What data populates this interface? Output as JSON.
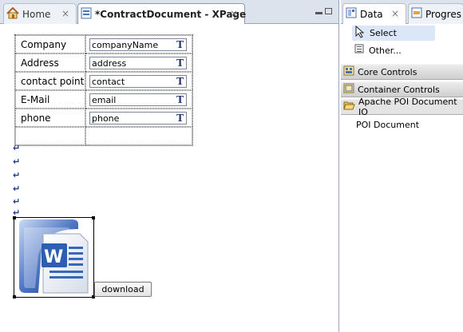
{
  "editor": {
    "tabs": [
      {
        "label": "Home",
        "close": "×"
      },
      {
        "label": "*ContractDocument - XPage",
        "close": "×"
      }
    ],
    "form_rows": [
      {
        "label": "Company",
        "field": "companyName"
      },
      {
        "label": "Address",
        "field": "address"
      },
      {
        "label": "contact point",
        "field": "contact"
      },
      {
        "label": "E-Mail",
        "field": "email"
      },
      {
        "label": "phone",
        "field": "phone"
      }
    ],
    "field_marker": "T",
    "paragraph_mark": "↵",
    "download_label": "download"
  },
  "palette": {
    "tabs": [
      {
        "label": "Data",
        "close": "×"
      },
      {
        "label": "Progres"
      }
    ],
    "select_label": "Select",
    "other_label": "Other...",
    "drawers": [
      "Core Controls",
      "Container Controls",
      "Apache POI Document IO"
    ],
    "poi_item": "POI Document"
  },
  "icons": [
    "home-icon",
    "xpage-icon",
    "data-icon",
    "progress-icon",
    "select-arrow-icon",
    "other-icon",
    "core-controls-icon",
    "container-controls-icon",
    "folder-open-icon",
    "word-document-icon",
    "minimize-icon",
    "maximize-icon"
  ]
}
